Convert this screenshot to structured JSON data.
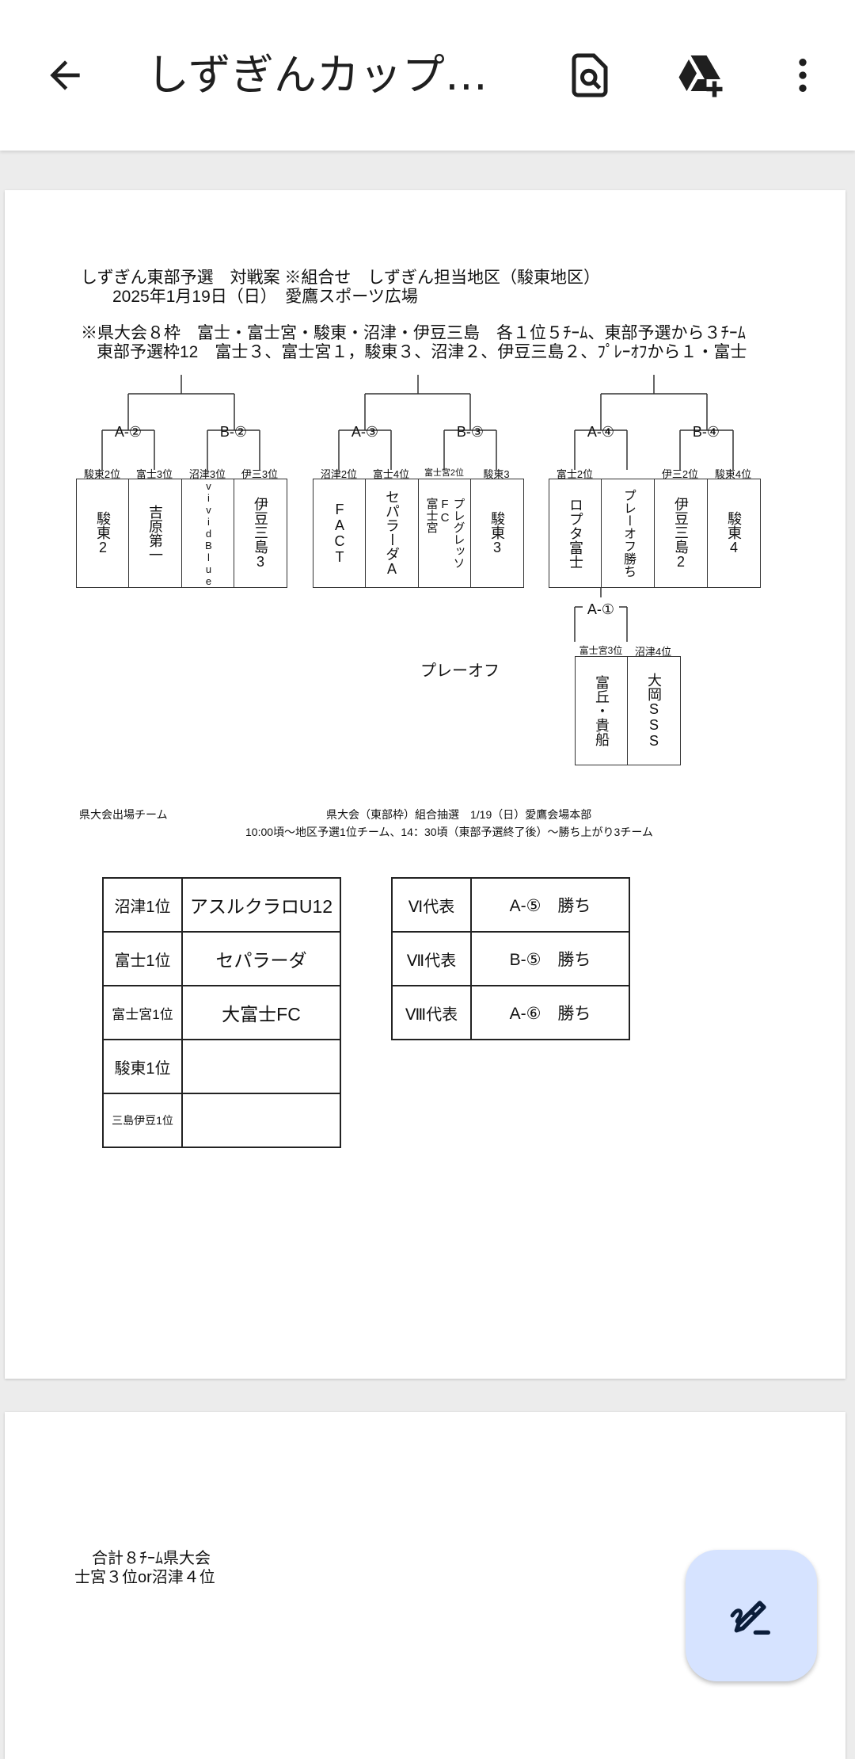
{
  "app": {
    "title": "しずぎんカップ東...",
    "icons": [
      "back-arrow-icon",
      "search-document-icon",
      "drive-add-icon",
      "more-vert-icon",
      "edit-pen-icon"
    ]
  },
  "doc": {
    "header_line1": "しずぎん東部予選　対戦案 ※組合せ　しずぎん担当地区（駿東地区）",
    "header_line2": "2025年1月19日（日）　愛鷹スポーツ広場",
    "note_line1": "※県大会８枠　富士・富士宮・駿東・沼津・伊豆三島　各１位５ﾁｰﾑ、東部予選から３ﾁｰﾑ",
    "note_line2": "東部予選枠12　富士３、富士宮１，駿東３、沼津２、伊豆三島２、ﾌﾟﾚｰｵﾌから１・富士",
    "groups": [
      {
        "label": "A-②",
        "teams": [
          {
            "rank": "駿東2位",
            "name": "駿東2"
          },
          {
            "rank": "富士3位",
            "name": "吉原第一"
          }
        ]
      },
      {
        "label": "B-②",
        "teams": [
          {
            "rank": "沼津3位",
            "name": "vividBlue"
          },
          {
            "rank": "伊三3位",
            "name": "伊豆三島3"
          }
        ]
      },
      {
        "label": "A-③",
        "teams": [
          {
            "rank": "沼津2位",
            "name": "FACT"
          },
          {
            "rank": "富士4位",
            "name": "セパラーダA"
          }
        ]
      },
      {
        "label": "B-③",
        "teams": [
          {
            "rank": "富士宮2位",
            "name": "プレグレッソ\nFC\n富士宮"
          },
          {
            "rank": "駿東3",
            "name": "駿東3"
          }
        ]
      },
      {
        "label": "A-④",
        "teams": [
          {
            "rank": "富士2位",
            "name": "ロプタ富士"
          },
          {
            "rank": "",
            "name": "プレーオフ勝ち"
          }
        ]
      },
      {
        "label": "B-④",
        "teams": [
          {
            "rank": "伊三2位",
            "name": "伊豆三島2"
          },
          {
            "rank": "駿東4位",
            "name": "駿東4"
          }
        ]
      }
    ],
    "playoff": {
      "label": "A-①",
      "caption": "プレーオフ",
      "teams": [
        {
          "rank": "富士宮3位",
          "name": "富丘・貴船"
        },
        {
          "rank": "沼津4位",
          "name": "大岡SSS"
        }
      ]
    },
    "pref_caption": "県大会出場チーム",
    "draw_line1": "県大会（東部枠）組合抽選　1/19（日）愛鷹会場本部",
    "draw_line2": "10:00頃～地区予選1位チーム、14：30頃（東部予選終了後）～勝ち上がり3チーム",
    "left_table": [
      {
        "label": "沼津1位",
        "value": "アスルクラロU12"
      },
      {
        "label": "富士1位",
        "value": "セパラーダ"
      },
      {
        "label": "富士宮1位",
        "value": "大富士FC"
      },
      {
        "label": "駿東1位",
        "value": ""
      },
      {
        "label": "三島伊豆1位",
        "value": ""
      }
    ],
    "right_table": [
      {
        "label": "Ⅵ代表",
        "value": "A-⑤　勝ち"
      },
      {
        "label": "Ⅶ代表",
        "value": "B-⑤　勝ち"
      },
      {
        "label": "Ⅷ代表",
        "value": "A-⑥　勝ち"
      }
    ],
    "page2_line1": "合計８ﾁｰﾑ県大会",
    "page2_line2": "士宮３位or沼津４位"
  }
}
